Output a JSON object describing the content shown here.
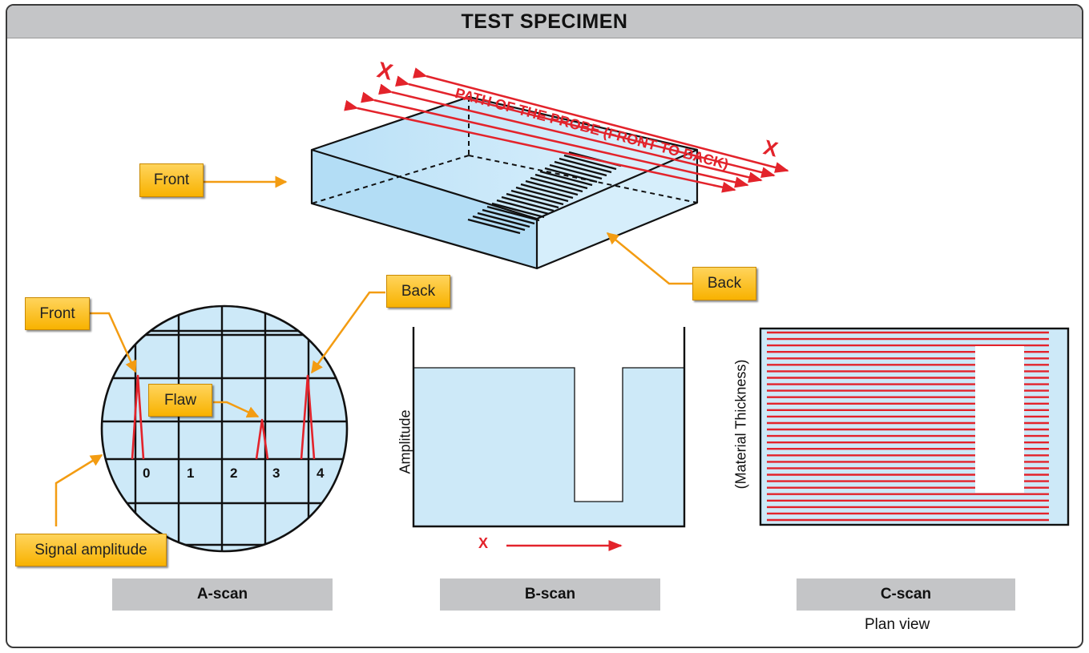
{
  "title": "TEST SPECIMEN",
  "specimen": {
    "path_label": "PATH OF THE PROBE (FRONT TO BACK)",
    "start_marker": "X",
    "end_marker": "X",
    "front_label": "Front",
    "back_label": "Back"
  },
  "a_scan": {
    "front_label": "Front",
    "back_label": "Back",
    "flaw_label": "Flaw",
    "signal_label": "Signal amplitude",
    "ticks": [
      "0",
      "1",
      "2",
      "3",
      "4"
    ],
    "caption": "A-scan"
  },
  "b_scan": {
    "y_axis": "Amplitude",
    "x_axis": "X",
    "caption": "B-scan"
  },
  "c_scan": {
    "y_axis": "(Material Thickness)",
    "caption": "C-scan",
    "subcaption": "Plan view"
  },
  "colors": {
    "callout": "#f8b200",
    "probe_red": "#e3232b",
    "fill_blue": "#cde9f8",
    "grey_bar": "#c4c5c7"
  }
}
